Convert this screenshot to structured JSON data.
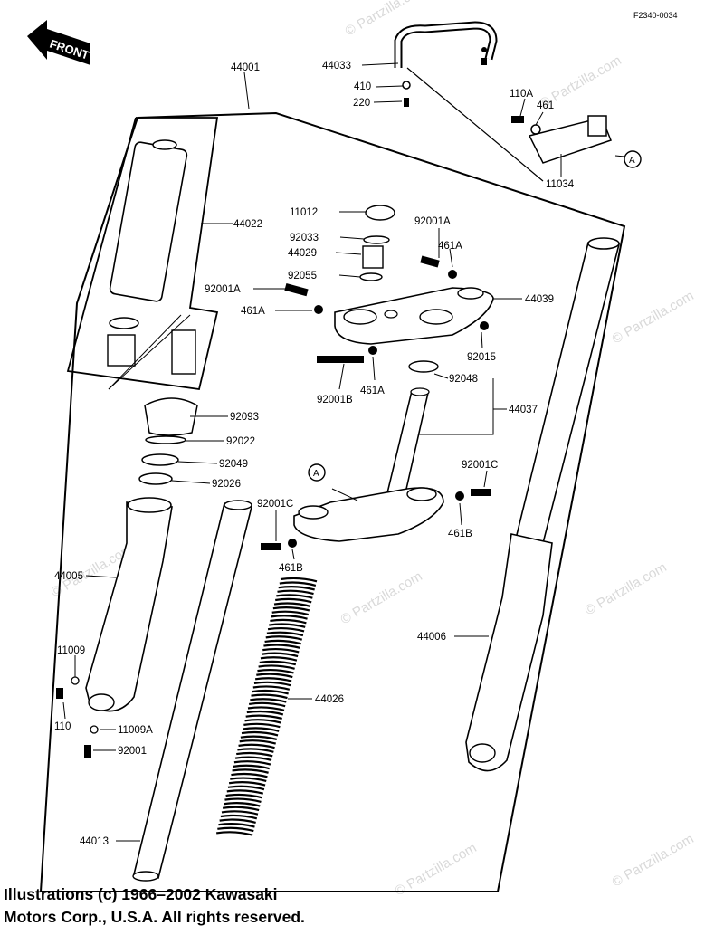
{
  "figure_ref": "F2340-0034",
  "front_arrow": "FRONT",
  "callout": "A",
  "watermark": "© Partzilla.com",
  "copyright_line1": "Illustrations (c) 1966–2002 Kawasaki",
  "copyright_line2": "Motors Corp., U.S.A.  All rights reserved.",
  "labels": {
    "l44001": "44001",
    "l44033": "44033",
    "l410": "410",
    "l220": "220",
    "l110A": "110A",
    "l461": "461",
    "l11034": "11034",
    "l44022": "44022",
    "l11012": "11012",
    "l92033": "92033",
    "l44029": "44029",
    "l92055": "92055",
    "l92001A_top": "92001A",
    "l461A_top": "461A",
    "l92001A_left": "92001A",
    "l461A_left": "461A",
    "l44039": "44039",
    "l92015": "92015",
    "l92001B": "92001B",
    "l461A_mid": "461A",
    "l92048": "92048",
    "l44037": "44037",
    "l92093": "92093",
    "l92022": "92022",
    "l92049": "92049",
    "l92026": "92026",
    "l92001C_left": "92001C",
    "l461B_left": "461B",
    "l92001C_right": "92001C",
    "l461B_right": "461B",
    "l44005": "44005",
    "l11009": "11009",
    "l110": "110",
    "l11009A": "11009A",
    "l92001": "92001",
    "l44026": "44026",
    "l44006": "44006",
    "l44013": "44013"
  }
}
